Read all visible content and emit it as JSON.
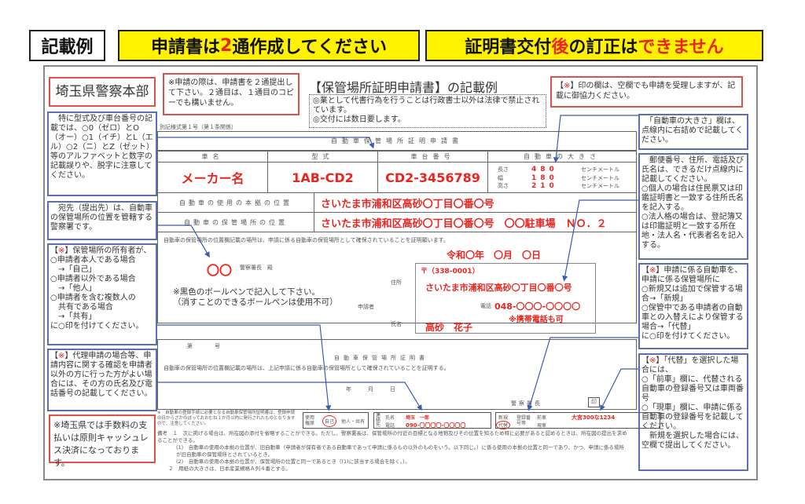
{
  "header": {
    "example_label": "記載例",
    "banner1_pre": "申請書は",
    "banner1_num": "2",
    "banner1_post": "通作成してください",
    "banner2_a": "証明書交付",
    "banner2_b": "後",
    "banner2_c": "の訂正は",
    "banner2_d": "できません"
  },
  "doc": {
    "police_hq": "埼玉県警察本部",
    "two_copies_note": "※申請の際は、申請書を２通提出して下さい。２通目は、１通目のコピーでも構いません。",
    "title": "【保管場所証明申請書】の記載例",
    "dotted_note": [
      "◎業として代書行為を行うことは行政書士以外は法律で禁止されています。",
      "◎交付には数日要します。"
    ],
    "asterisk_note_mark": "※",
    "asterisk_note": "印の欄は、空欄でも申請を受理しますが、記載に御協力ください。",
    "form_ref": "別記様式第１号（第１条関係）",
    "left_notes": [
      "　特に型式及び車台番号の記載では、○0（ゼロ）とO（オー）○1（イチ）とL（エル）○2（ニ）とZ（ゼット）等のアルファベットと数字の記載誤りや、脱字に注意してください。",
      "　宛先（提出先）は、自動車の保管場所の位置を管轄する警察署です。",
      "保管場所の所有者が、\n○申請者本人である場合\n　→「自己」\n○申請者以外である場合\n　→「他人」\n○申請者を含む複数人の\n　共有である場合\n　→「共有」\nに○印を付けてください。",
      "代理申請の場合等、申請内容に関する確認を申請者以外の方に行った方がよい場合には、その方の氏名及び電話番号の記載してください。"
    ],
    "cashless_note": "※埼玉県では手数料の支払いは原則キャッシュレス決済になっております。",
    "right_notes": [
      "　「自動車の大きさ」欄は、点線内に右詰めで記載してください。",
      "　郵便番号、住所、電話及び氏名は、できるだけ点線内に記載してください。\n○個人の場合は住民票又は印鑑証明書と一致する住所氏名を記入する。\n○法人格の場合は、登記簿又は印鑑証明と一致する所在地・法人名・代表者名を記入する。",
      "申請に係る自動車を、申請に係る保管場所に\n○新規又は追加で保管する場合→「新規」\n○保管中である申請者の自動車との入替えにより保管する場合→「代替」\nに○印を付けてください。",
      "「代替」を選択した場合には、\n○「前車」欄に、代替される自動車の登録番号又は車両番号\n○「現車」欄に、申請に係る自動車の登録番号を記載してください。\n　新規を選択した場合には、空欄で提出してください。"
    ],
    "form": {
      "heading": "自動車保管場所証明申請書",
      "col_headers": [
        "車名",
        "型式",
        "車台番号",
        "自動車の大きさ"
      ],
      "car_name": "メーカー名",
      "model": "1AB-CD2",
      "chassis": "CD2-3456789",
      "size_labels": [
        "長さ",
        "幅",
        "高さ"
      ],
      "size_values": [
        "480",
        "180",
        "210"
      ],
      "size_unit": "センチメートル",
      "base_label": "自動車の使用の本拠の位置",
      "base_value": "さいたま市浦和区高砂〇丁目〇番〇号",
      "storage_label": "自動車の保管場所の位置",
      "storage_value": "さいたま市浦和区高砂〇丁目〇番〇号　〇〇駐車場　ＮＯ．２",
      "cert_request": "自動車の保管場所の位置欄記載の場所は、申請に係る自動車の保管場所として確保されていることを証明願います。",
      "date": "令和〇年　〇月　〇日",
      "date_era": "令和〇",
      "date_y": "年",
      "date_m_val": "〇",
      "date_m": "月",
      "date_d_val": "〇",
      "date_d": "日",
      "police_station": "〇〇",
      "chief": "警察署長　殿",
      "pen_note": "※黒色のボールペンで記入して下さい。\n（消すことのできるボールペンは使用不可）",
      "applicant": "申請者",
      "address_label": "住所",
      "postal": "〒（338-0001）",
      "postal_code": "338-0001",
      "address": "さいたま市浦和区高砂〇丁目〇番〇号",
      "phone_label": "電話",
      "phone": "048-〇〇〇-〇〇〇〇",
      "mobile_ok": "※携帯電話も可",
      "name_label": "氏名",
      "name": "高砂　花子",
      "number_label": "第　　　　号",
      "cert_heading": "自動車保管場所証明書",
      "cert_text": "自動車の保管場所の位置欄記載の場所は、上記申請に係る自動車の保管場所として確保されていることを証明する。",
      "cert_date": "年　　　月　　　日",
      "cert_chief": "警察署長",
      "seal": "印",
      "fine_note": "※　自動車の登録手続に必要となる自動車保管場所証明書は、登録申請の日からさかのぼっておおむね１か月以内に発行されたものとなりますので、注意してください。",
      "right_label": "使用権原",
      "right_options": [
        "自己",
        "他人・共有"
      ],
      "contact_label": "連絡先",
      "contact_name_label": "氏名",
      "contact_name": "埼玉　一郎",
      "contact_phone_label": "電話",
      "contact_phone": "090-〇〇〇〇-〇〇〇〇",
      "new_label": "新規",
      "replace_label": "代替",
      "reg_label": "登録番号等",
      "prev_label": "前車",
      "cur_label": "現車",
      "prev_value": "大宮300な1234",
      "remarks": [
        "備考　１　次に掲げる場合は、所在図の添付を省略することができる。ただし、警察署長は、保管場所の付近の目標となる地物及びその位置を知るため特に必要があると認めるときは、所在図の提出を求めることができる。",
        "(1)　自動車の使用の本拠の位置が、旧自動車（申請者が保有者である自動車であって申請に係るもの以外のものをいう。以下同じ。）に係る使用の本拠の位置と同一であり、かつ、申請に係る場所が旧自動車の保管場所とされているとき。",
        "(2)　自動車の使用の本拠の位置が、保管場所の位置と同一であるとき（(1)に該当する場合を除く。）。",
        "２　用紙の大きさは、日本産業規格Ａ列４番とする。"
      ]
    }
  },
  "colors": {
    "red": "#e8261f",
    "yellow": "#fff200",
    "blue": "#5b6fb3"
  }
}
